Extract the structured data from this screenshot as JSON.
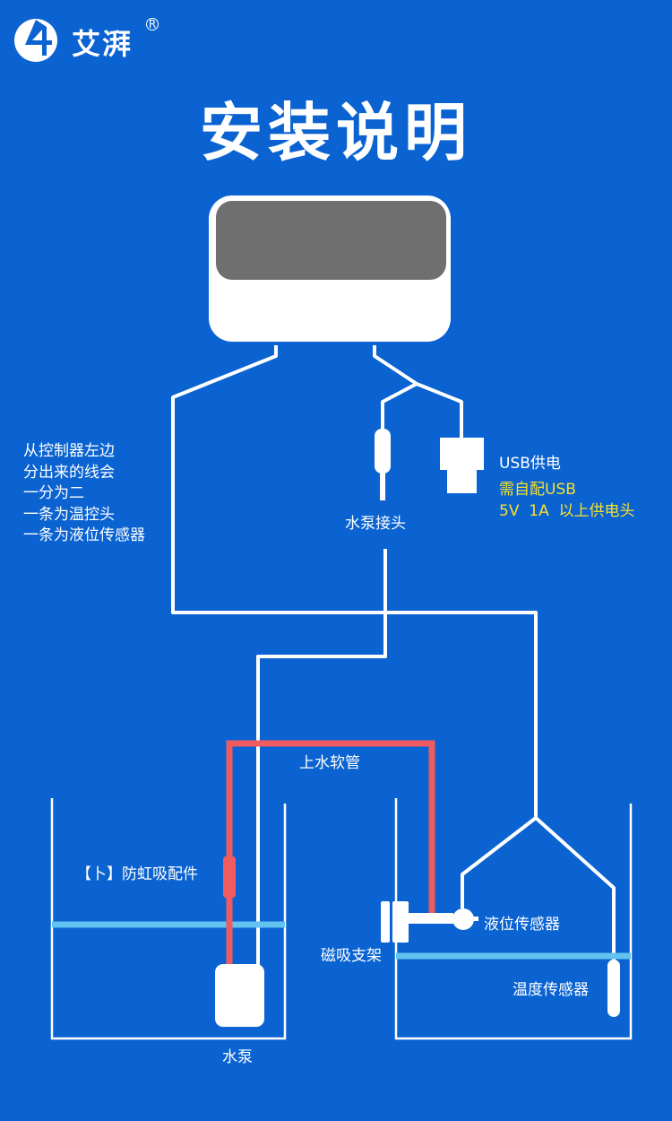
{
  "brand": {
    "name": "艾湃",
    "registered_mark": "R"
  },
  "title": "安装说明",
  "left_note": {
    "lines": [
      "从控制器左边",
      "分出来的线会",
      "一分为二",
      "一条为温控头",
      "一条为液位传感器"
    ]
  },
  "labels": {
    "usb_power": "USB供电",
    "usb_note_1": "需自配USB",
    "usb_note_2": "5V  1A  以上供电头",
    "pump_connector": "水泵接头",
    "water_hose": "上水软管",
    "anti_siphon": "【卜】防虹吸配件",
    "magnetic_bracket": "磁吸支架",
    "level_sensor": "液位传感器",
    "temp_sensor": "温度传感器",
    "pump": "水泵"
  },
  "colors": {
    "background": "#0a63d1",
    "wire": "#ffffff",
    "hose": "#ef5b5f",
    "water_line": "#62c3f0",
    "screen": "#6f6f6f",
    "highlight_text": "#f7e12c"
  }
}
